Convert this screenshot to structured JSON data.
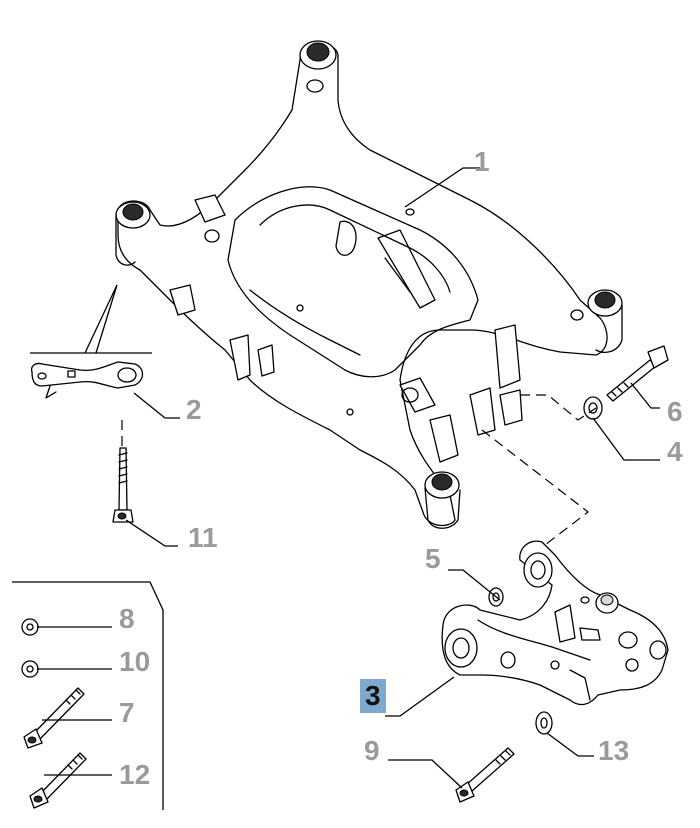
{
  "callouts": {
    "c1": "1",
    "c2": "2",
    "c3": "3",
    "c4": "4",
    "c5": "5",
    "c6": "6",
    "c7": "7",
    "c8": "8",
    "c9": "9",
    "c10": "10",
    "c11": "11",
    "c12": "12",
    "c13": "13"
  },
  "highlighted_callout": "3",
  "colors": {
    "highlight_box": "#7fa8cf",
    "label_grey": "#9a9a9a",
    "line": "#000000",
    "background": "#ffffff"
  },
  "icons": {
    "subframe": "rear-subframe-icon",
    "bracket": "bracket-plate-icon",
    "control_arm": "lower-control-arm-icon",
    "bolt": "bolt-icon",
    "nut": "nut-icon",
    "washer": "washer-icon"
  }
}
